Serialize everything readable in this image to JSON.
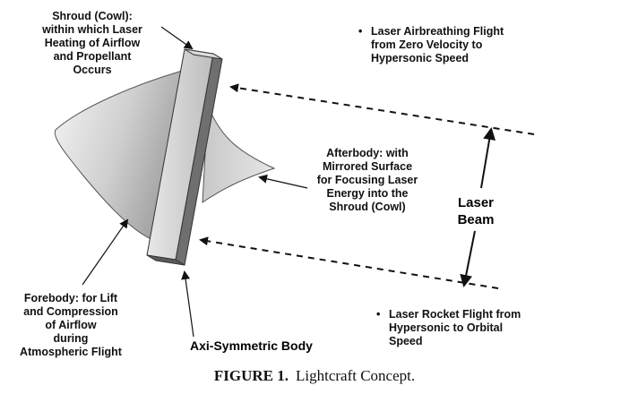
{
  "labels": {
    "shroud": "Shroud (Cowl):\nwithin which Laser\nHeating of Airflow\nand Propellant\nOccurs",
    "afterbody": "Afterbody:  with\nMirrored Surface\nfor Focusing Laser\nEnergy into the\nShroud (Cowl)",
    "forebody": "Forebody: for Lift\nand Compression\nof Airflow\nduring\nAtmospheric Flight",
    "axi_symmetric": "Axi-Symmetric Body",
    "laser_beam": "Laser\nBeam"
  },
  "bullets": {
    "airbreathing": "Laser Airbreathing Flight\nfrom Zero Velocity to\nHypersonic Speed",
    "rocket": "Laser Rocket Flight from\nHypersonic to Orbital\nSpeed"
  },
  "caption": {
    "figure": "FIGURE 1.",
    "title": "Lightcraft Concept."
  }
}
